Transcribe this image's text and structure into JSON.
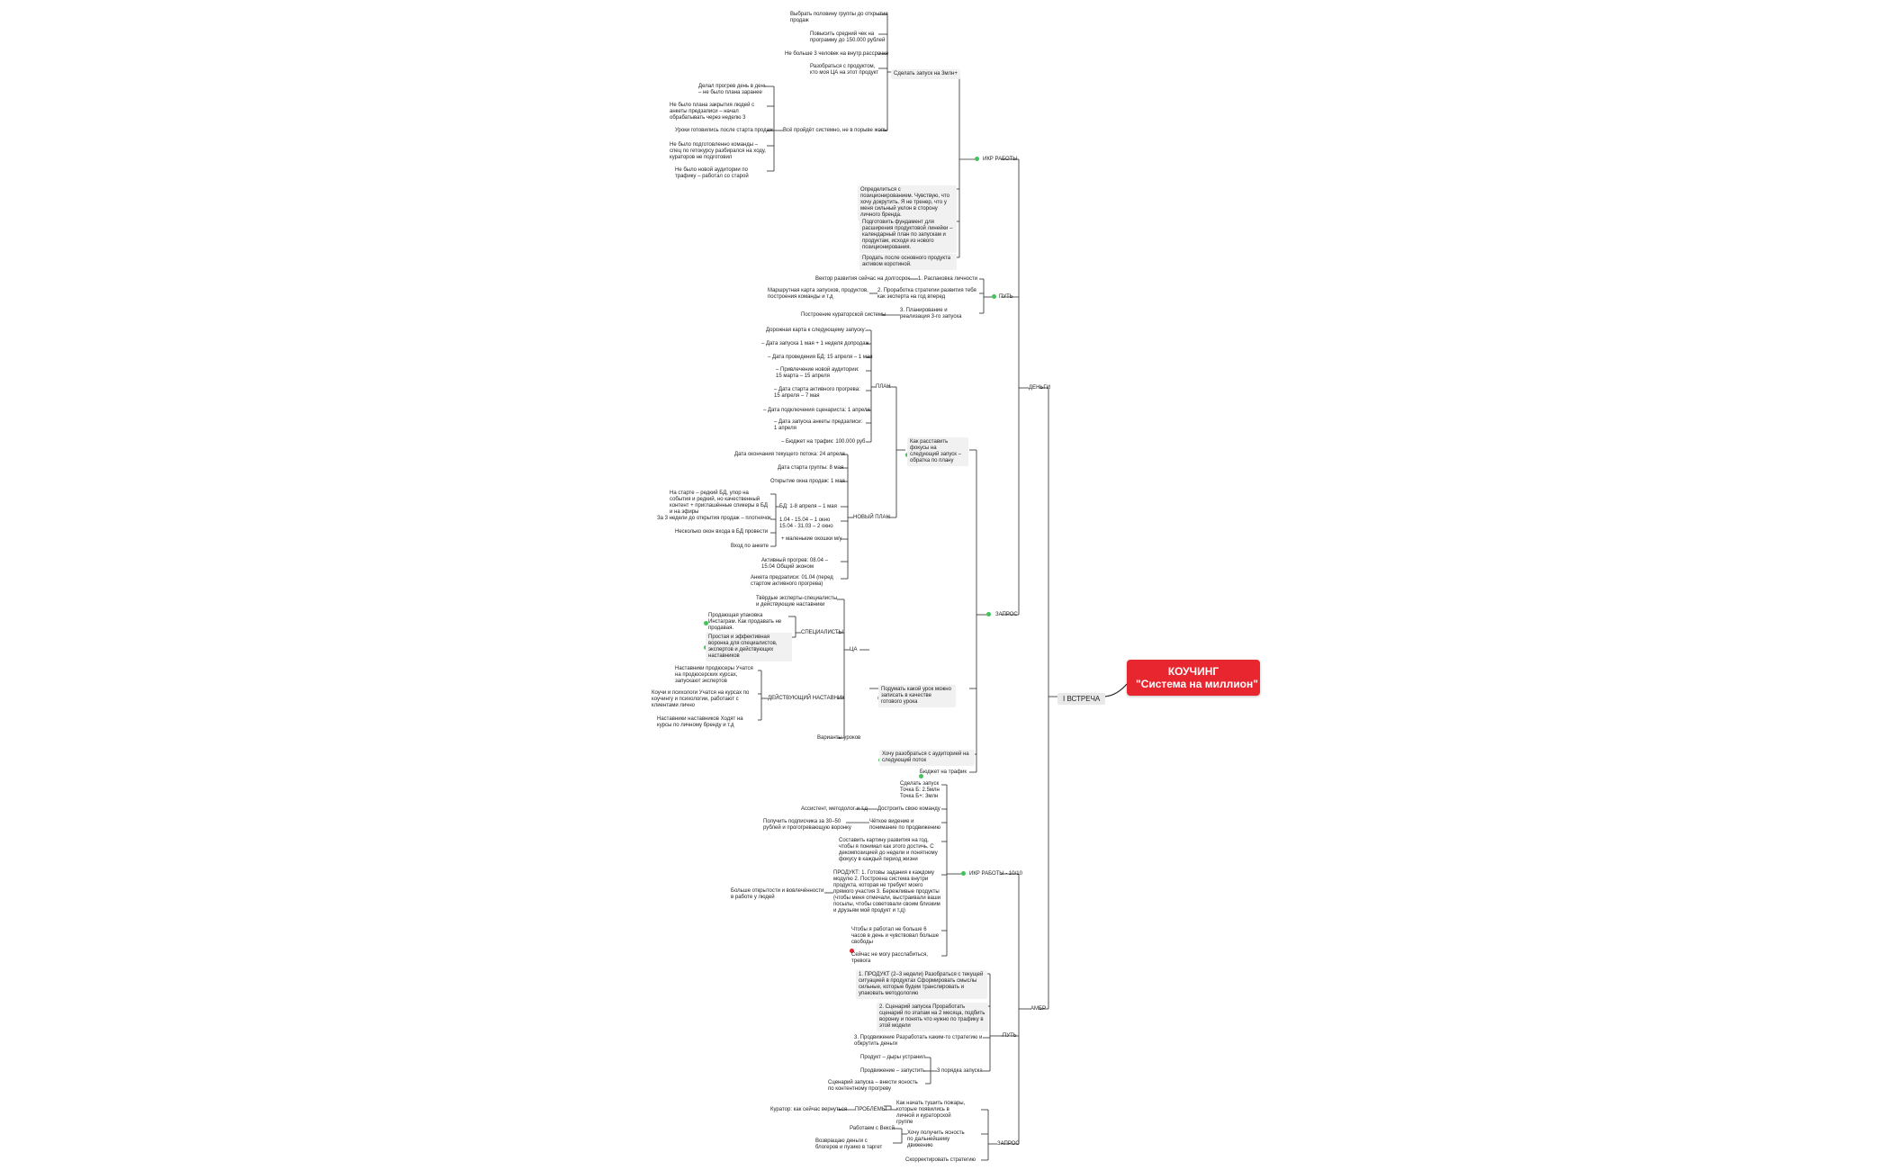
{
  "colors": {
    "root_bg": "#e8262f",
    "line": "#2b2b2b",
    "marker_green": "#42c25a",
    "marker_red": "#e8262f"
  },
  "root": {
    "line1": "КОУЧИНГ",
    "line2": "\"Система на миллион\""
  },
  "hub": "I ВСТРЕЧА",
  "branches": {
    "dengi": "ДЕНЬГИ",
    "ambr": "АМБР",
    "zapros1": "ЗАПРОС",
    "put1": "ПУТЬ",
    "ikr1": "ИКР РАБОТЫ",
    "ikr2": "ИКР РАБОТЫ - 10/10",
    "put2": "ПУТЬ",
    "zapros2": "ЗАПРОС"
  },
  "ikr": {
    "zapusk": "Сделать запуск на 3млн+",
    "items": [
      "Выбрать половину группы до открытия продаж",
      "Повысить средний чек на программу до 150.000 рублей",
      "Не больше 3 человек на внутр.рассрочке",
      "Разобраться с продуктом, кто моя ЦА на этот продукт"
    ],
    "sistemno": "Всё пройдёт системно, не в порыве жопы",
    "problems": [
      "Делал прогрев день в день – не было плана заранее",
      "Не было плана закрытия людей с анкеты предзаписи – начал обрабатывать через неделю 3",
      "Уроки готовились после старта продаж",
      "Не было подготовленно команды – спец по гетокурсу разбирался на ходу, кураторов не подготовил",
      "Не было новой аудитории по трафику – работал со старой"
    ],
    "side1": "Определиться с позиционированием. Чувствую, что хочу докрутить. Я не тренер, что у меня сильный уклон в сторону личного бренда.",
    "side2": "Подготовить фундамент для расширения продуктовой линейки – календарный план по запускам и продуктам, исходя из нового позиционирования.",
    "side3": "Продать после основного продукта активом коротиной."
  },
  "put": {
    "v1": "1. Распаковка личности",
    "v1_note": "Вектор развития сейчас на долгосрок",
    "v2": "2. Проработка стратегии развития тебя как эксперта на год вперед",
    "v2_note": "Маршрутная карта запусков, продуктов, построения команды и т.д",
    "v3": "3. Планирование и реализация 3-го запуска",
    "v3_note": "Построение кураторской системы"
  },
  "zapros1": {
    "plan_label": "ПЛАН",
    "plan_items": [
      "Дорожная карта к следующему запуску:",
      "– Дата запуска 1 мая + 1 неделя допродаж",
      "– Дата проведения БД: 15 апреля – 1 мая",
      "– Привлечение новой аудитории: 15 марта – 15 апреля",
      "– Дата старта активного прогрева: 15 апреля – 7 мая",
      "– Дата подключения сценариста: 1 апреля",
      "– Дата запуска анкеты предзаписи: 1 апреля",
      "– Бюджет на трафик: 100.000 руб"
    ],
    "rasstavit": "Как расставить фокусы на следующий запуск – обратка по плану",
    "novy_label": "НОВЫЙ ПЛАН",
    "novy_items": [
      "Дата окончания текущего потока: 24 апреля",
      "Дата старта группы: 8 мая",
      "Открытие окна продаж: 1 мая",
      "БД: 1-8 апреля – 1 мая",
      "1.04 - 15.04 – 1 окно 15.04 - 31.03 – 2 окно",
      "+ маленькие окошки м/у",
      "Вход по анкете",
      "Активный прогрев: 08.04 – 15.04 Общий эконом",
      "Анкета предзаписи: 01.04 (перед стартом активного прогрева)"
    ],
    "novy_notes": [
      "На старте – редкий БД, упор на события и редкий, но качественный контент + приглашённые спикеры в БД и на эфиры",
      "За 3 недели до открытия продаж – плотнячок",
      "Несколько окон входа в БД провести"
    ],
    "ca_label": "ЦА",
    "spec_label": "СПЕЦИАЛИСТЫ",
    "spec_items": [
      "Продающая упаковка Инстаграм. Как продавать не продавая.",
      "Простая и эффективная воронка для специалистов, экспертов и действующих наставников"
    ],
    "tverdye": "Твёрдые эксперты-специалисты и действующие наставники",
    "deyst_label": "ДЕЙСТВУЮЩИЙ НАСТАВНИК",
    "deyst_items": [
      "Наставники продюсеры Учатся на продюсерских курсах, запускают экспертов",
      "Коучи и психологи Учатся на курсах по коучингу и психологии, работают с клиентами лично",
      "Наставники наставников Ходят на курсы по личному бренду и т.д"
    ],
    "varianty": "Варианты уроков",
    "podumat": "Подумать какой урок можно записать в качестве готового урока",
    "hochu": "Хочу разобраться с аудиторией на следующий поток",
    "budzhet": "Бюджет на трафик"
  },
  "ikr2": {
    "items": [
      "Сделать запуск Точка Б: 2.5млн Точка Б+: 3млн",
      "Достроить свою команду",
      "Чёткое видение и понимание по продвижению",
      "Составить картину развития на год, чтобы я понимал как этого достичь. С декомпозицией до недели и понятному фокусу в каждый период жизни",
      "ПРОДУКТ: 1. Готовы задания к каждому модулю 2. Построена система внутри продукта, которая не требует моего прямого участия 3. Бережливые продукты (чтобы меня отмечали, выстраивали ваши посылы, чтобы советовали своим близким и друзьям мой продукт и т.д)",
      "Чтобы я работал не больше 6 часов в день и чувствовал больше свободы"
    ],
    "notes": [
      "Ассистент, методолог и т.д",
      "Получить подписчика за 30–50 рублей и прогогревающую воронку",
      "Больше открытости и вовлечённости в работе у людей"
    ],
    "relax": "Сейчас не могу расслабиться, тревога"
  },
  "put2": {
    "items": [
      "1. ПРОДУКТ (2–3 недели) Разобраться с текущей ситуацией в продуктах Сформировать смыслы сильные, которые будем транслировать и упаковать методологию",
      "2. Сценарий запуска Проработать сценарий по этапам на 2 месяца, подбить воронку и понять что нужно по трафику в этой модели",
      "3. Продвижение Разработать каким-то стратегию и обкрутить деньги"
    ],
    "poryadok": "3 порядка запуска",
    "poryadok_items": [
      "Продукт – дыры устранил",
      "Продвижение – запустить"
    ],
    "scenario": "Сценарий запуска – внести ясность по контентному прогреву"
  },
  "zapros2": {
    "problemy": "ПРОБЛЕМЫ",
    "problemy_left": "Куратор: как сейчас вернуться",
    "problemy_right": "Как начать тушить пожары, которые появились в личной и кураторской группе",
    "hochu": "Хочу получить ясность по дальнейшему движению",
    "hochu_left": [
      "Работаем с Вексй",
      "Возвращаю деньги с блогеров и пузико в таргет"
    ],
    "strategiya": "Скорректировать стратегию"
  }
}
